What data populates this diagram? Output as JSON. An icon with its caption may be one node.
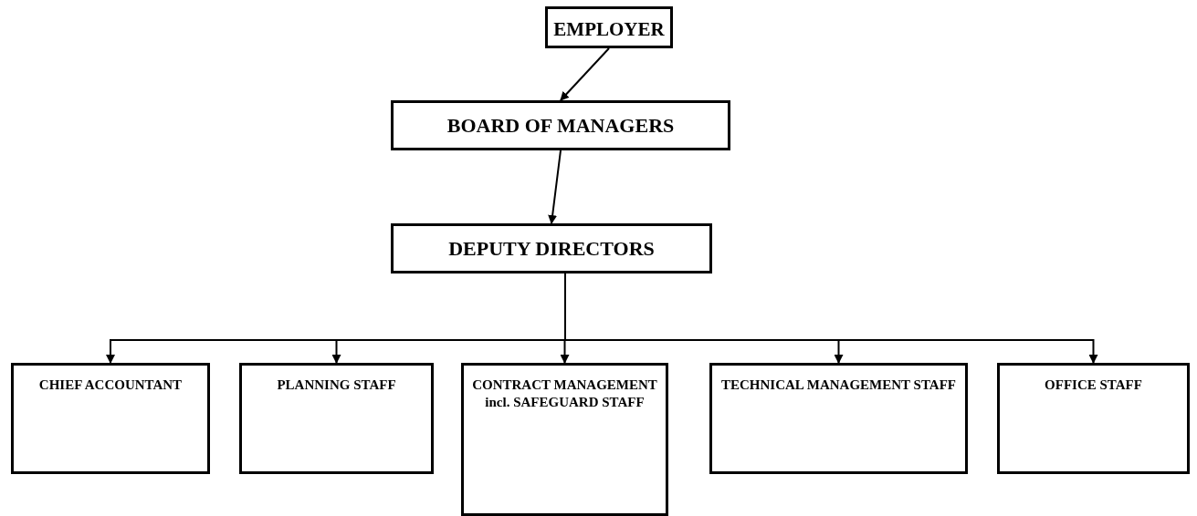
{
  "diagram": {
    "nodes": [
      {
        "text": [
          "EMPLOYER"
        ]
      },
      {
        "text": [
          "BOARD OF MANAGERS"
        ]
      },
      {
        "text": [
          "DEPUTY DIRECTORS"
        ]
      },
      {
        "text": [
          "CHIEF ACCOUNTANT"
        ]
      },
      {
        "text": [
          "PLANNING STAFF"
        ]
      },
      {
        "text": [
          "CONTRACT MANAGEMENT incl. SAFEGUARD STAFF"
        ]
      },
      {
        "text": [
          "TECHNICAL MANAGEMENT STAFF"
        ]
      },
      {
        "text": [
          "OFFICE STAFF"
        ]
      }
    ],
    "edges": [
      {
        "from": 0,
        "to": 1,
        "arrow": "to"
      },
      {
        "from": 1,
        "to": 2,
        "arrow": "to"
      },
      {
        "from": 2,
        "to": 3,
        "arrow": "to"
      },
      {
        "from": 2,
        "to": 4,
        "arrow": "to"
      },
      {
        "from": 2,
        "to": 5,
        "arrow": "to"
      },
      {
        "from": 2,
        "to": 6,
        "arrow": "to"
      },
      {
        "from": 2,
        "to": 7,
        "arrow": "to"
      }
    ]
  }
}
